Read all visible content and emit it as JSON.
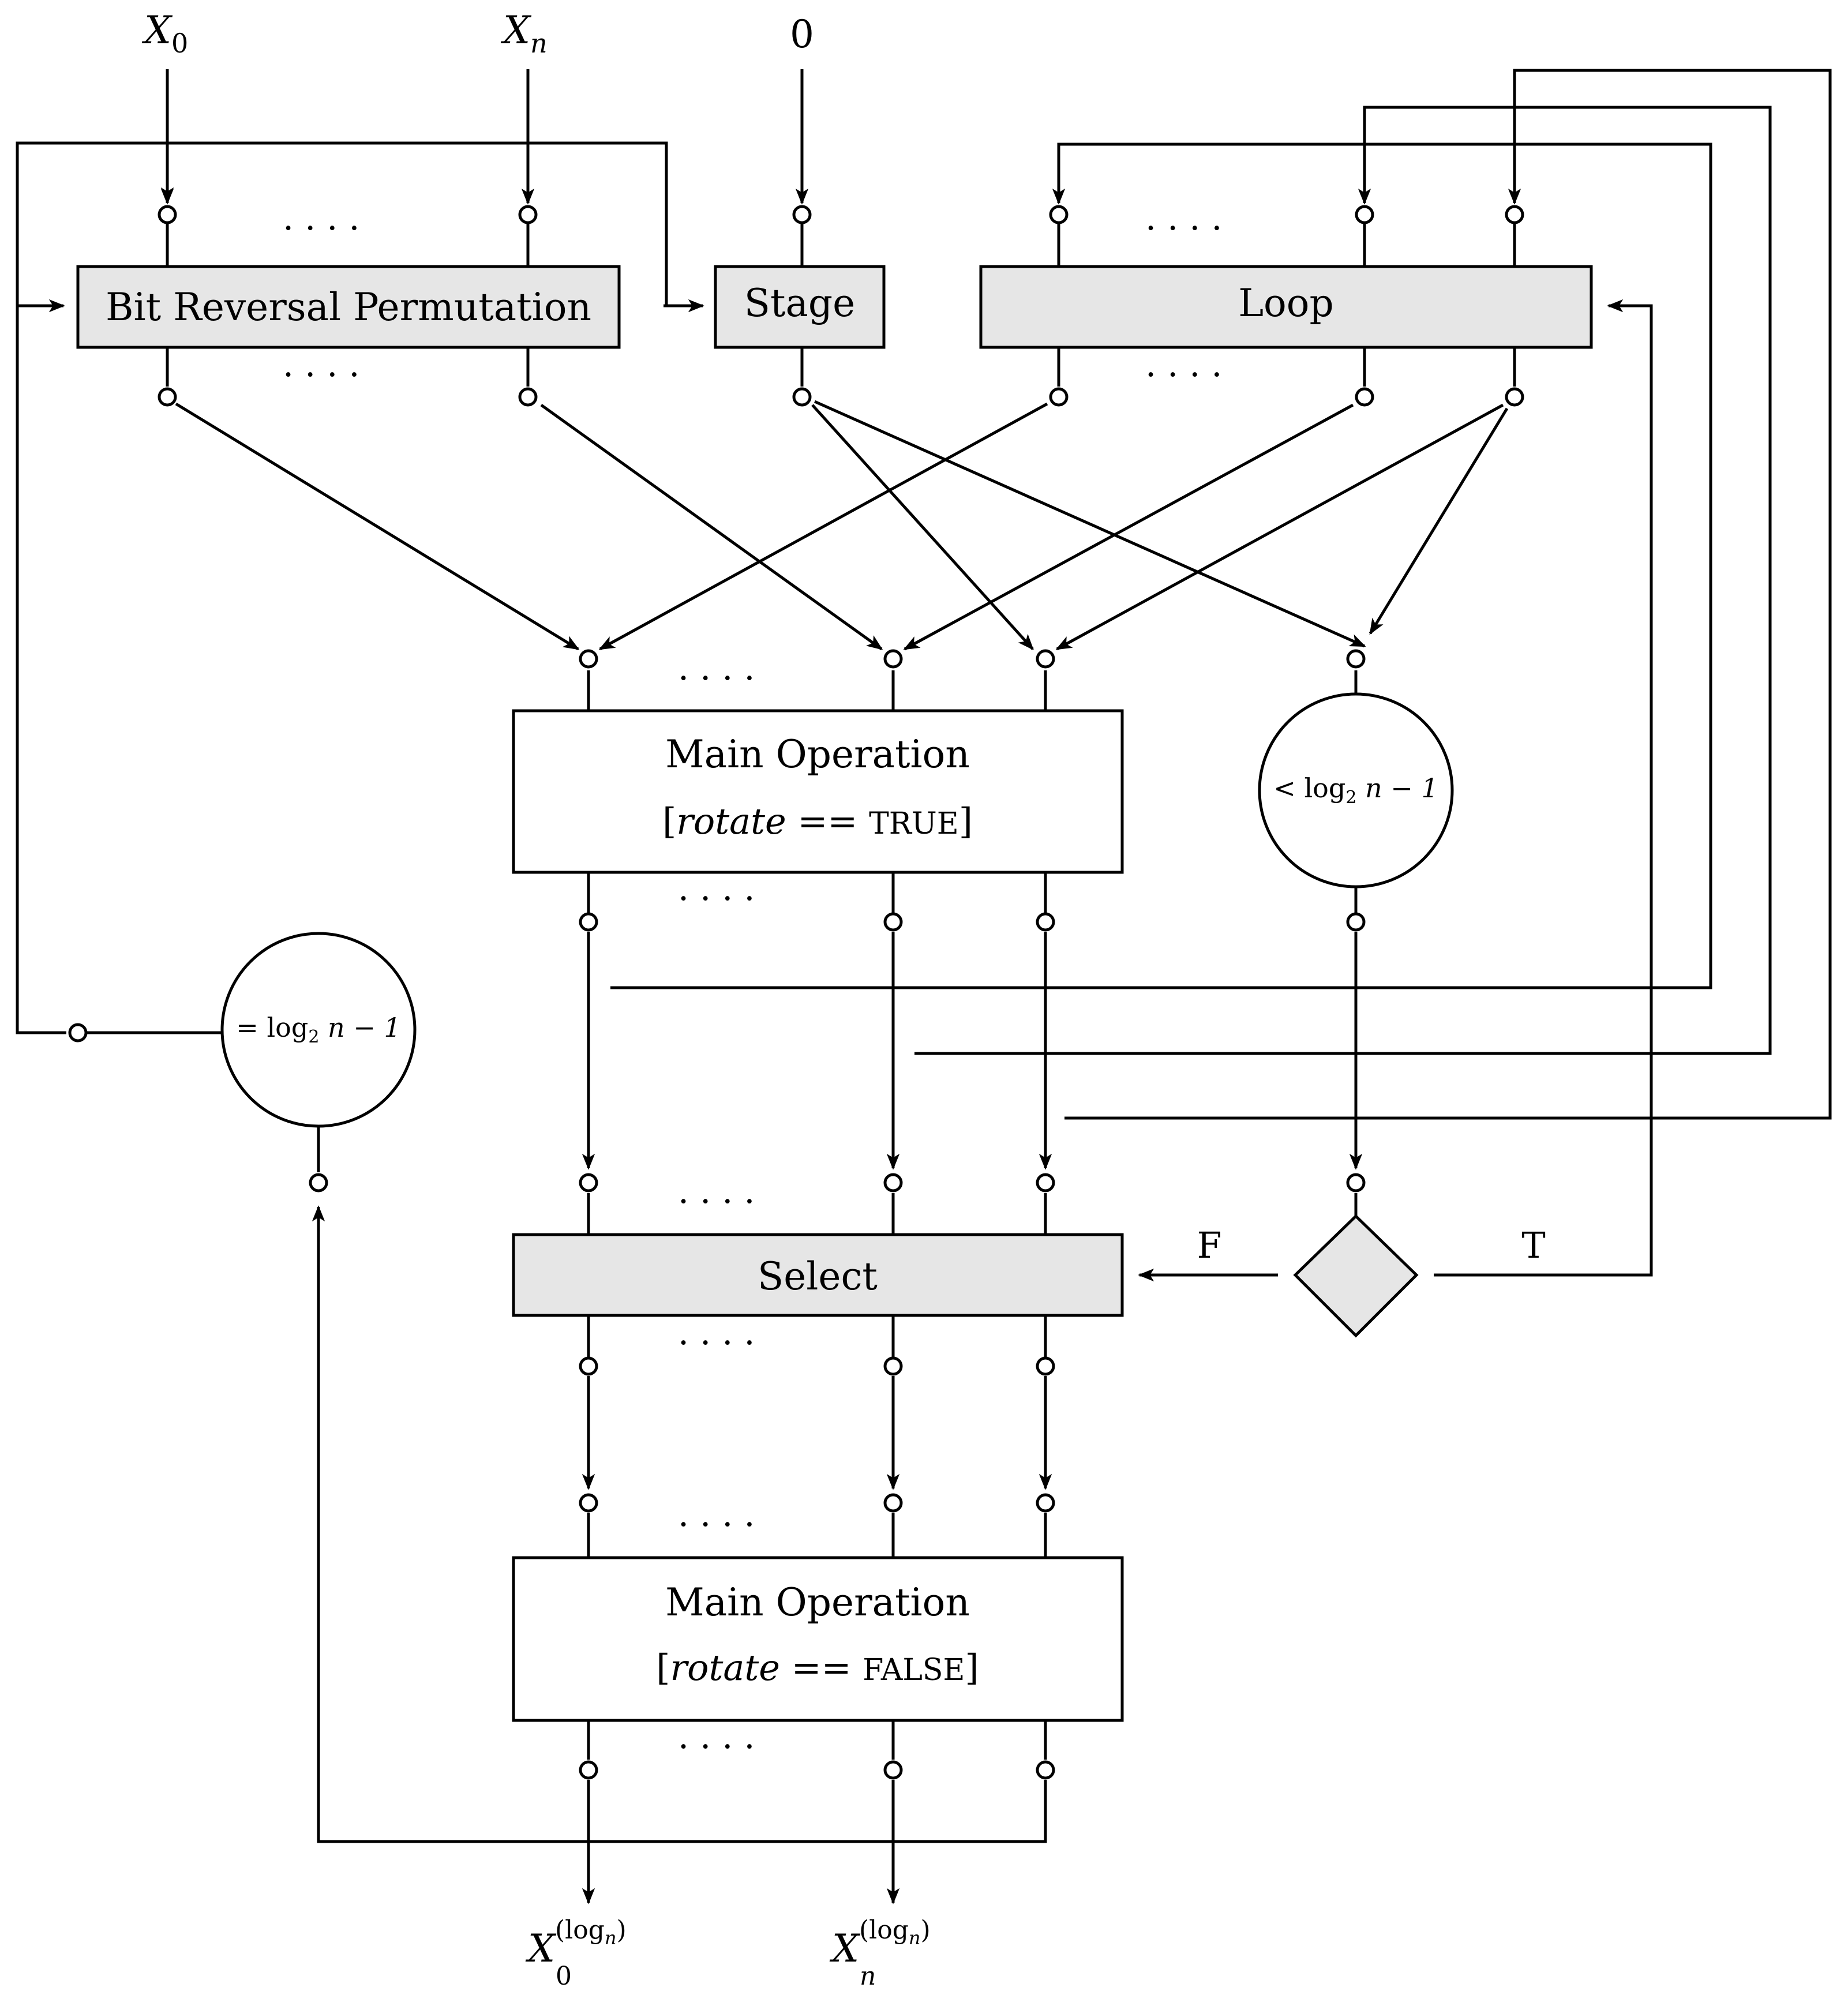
{
  "inputs": {
    "x0": {
      "base": "X",
      "sub": "0"
    },
    "xn": {
      "base": "X",
      "sub": "n"
    },
    "zero": "0"
  },
  "blocks": {
    "bit_reversal": "Bit Reversal Permutation",
    "stage": "Stage",
    "loop": "Loop",
    "main_op_1": {
      "title": "Main Operation",
      "cond_var": "rotate",
      "cond_op": "==",
      "cond_val": "TRUE"
    },
    "select": "Select",
    "main_op_2": {
      "title": "Main Operation",
      "cond_var": "rotate",
      "cond_op": "==",
      "cond_val": "FALSE"
    }
  },
  "conditions": {
    "less_than": {
      "op": "<",
      "func": "log",
      "func_sub": "2",
      "rest": "n − 1"
    },
    "equals": {
      "op": "=",
      "func": "log",
      "func_sub": "2",
      "rest": "n − 1"
    }
  },
  "branches": {
    "false_label": "F",
    "true_label": "T"
  },
  "outputs": {
    "out0": {
      "base": "X",
      "sub": "0",
      "sup": "(log",
      "sup_sub": "n",
      "sup_close": ")"
    },
    "outn": {
      "base": "X",
      "sub": "n",
      "sup": "(log",
      "sup_sub": "n",
      "sup_close": ")"
    }
  },
  "ellipsis": ". . . ."
}
